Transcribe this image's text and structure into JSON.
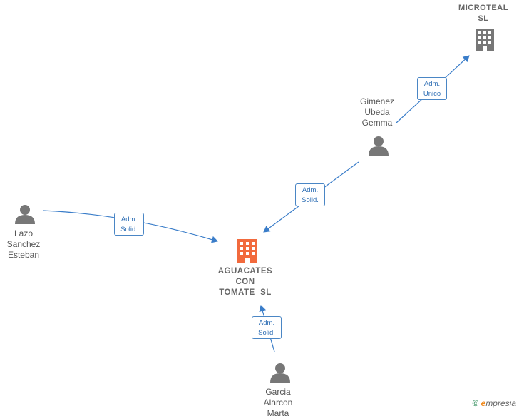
{
  "nodes": {
    "microteal": {
      "type": "company",
      "lines": [
        "MICROTEAL",
        "SL"
      ],
      "color": "#777777"
    },
    "aguacates": {
      "type": "company",
      "lines": [
        "AGUACATES",
        "CON",
        "TOMATE  SL"
      ],
      "color": "#f26a3d"
    },
    "gimenez": {
      "type": "person",
      "lines": [
        "Gimenez",
        "Ubeda",
        "Gemma"
      ],
      "color": "#777777"
    },
    "lazo": {
      "type": "person",
      "lines": [
        "Lazo",
        "Sanchez",
        "Esteban"
      ],
      "color": "#777777"
    },
    "garcia": {
      "type": "person",
      "lines": [
        "Garcia",
        "Alarcon",
        "Marta"
      ],
      "color": "#777777"
    }
  },
  "edges": [
    {
      "from": "gimenez",
      "to": "microteal",
      "label": [
        "Adm.",
        "Unico"
      ]
    },
    {
      "from": "gimenez",
      "to": "aguacates",
      "label": [
        "Adm.",
        "Solid."
      ]
    },
    {
      "from": "lazo",
      "to": "aguacates",
      "label": [
        "Adm.",
        "Solid."
      ]
    },
    {
      "from": "garcia",
      "to": "aguacates",
      "label": [
        "Adm.",
        "Solid."
      ]
    }
  ],
  "watermark": {
    "copyright": "©",
    "brand_initial": "e",
    "brand_rest": "mpresia"
  },
  "colors": {
    "edge": "#3a7dc9",
    "company_main": "#f26a3d",
    "icon": "#777777"
  }
}
